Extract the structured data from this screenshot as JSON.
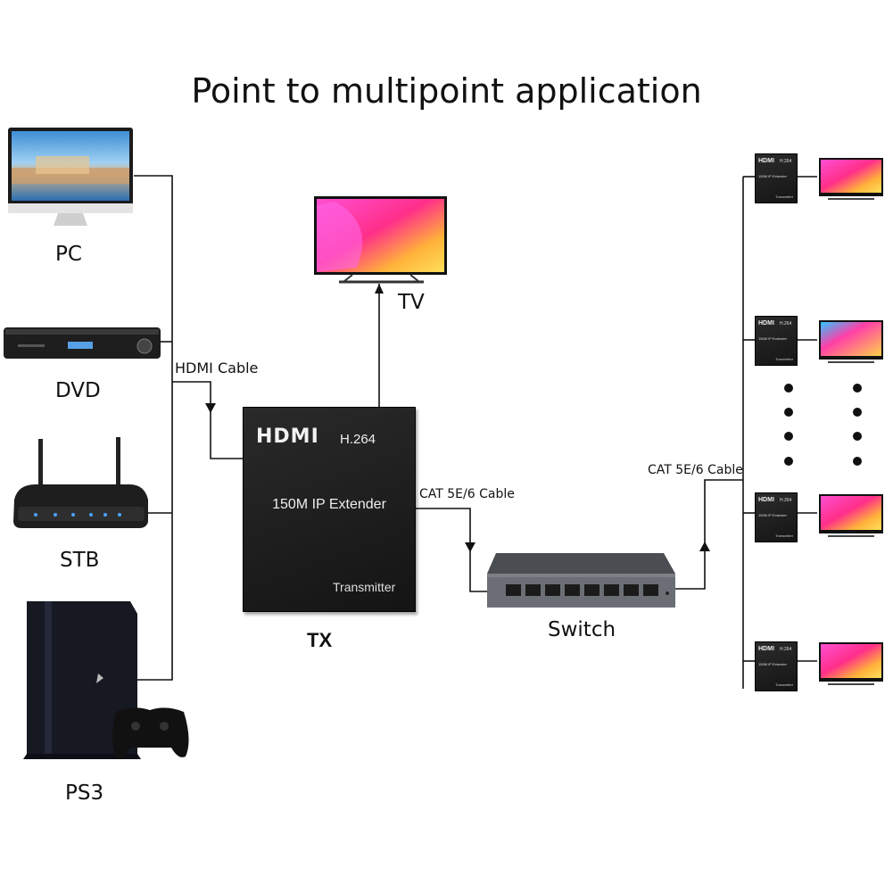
{
  "title": "Point to multipoint application",
  "sources": {
    "pc": "PC",
    "dvd": "DVD",
    "stb": "STB",
    "ps3": "PS3"
  },
  "tv_label": "TV",
  "hdmi_cable": "HDMI Cable",
  "cat_cable_left": "CAT 5E/6 Cable",
  "cat_cable_right": "CAT 5E/6 Cable",
  "transmitter": {
    "brand": "HDMI",
    "codec": "H.264",
    "model": "150M IP Extender",
    "role": "Transmitter",
    "caption": "TX"
  },
  "switch_label": "Switch",
  "receivers": {
    "brand": "HDMI",
    "codec": "H.264",
    "model": "150M IP Extender",
    "role": "Transmitter"
  },
  "colors": {
    "line": "#111111",
    "device_dark": "#1a1a1a"
  },
  "icons": [
    "monitor-icon",
    "dvd-player-icon",
    "router-icon",
    "game-console-icon",
    "tv-icon",
    "network-switch-icon"
  ]
}
